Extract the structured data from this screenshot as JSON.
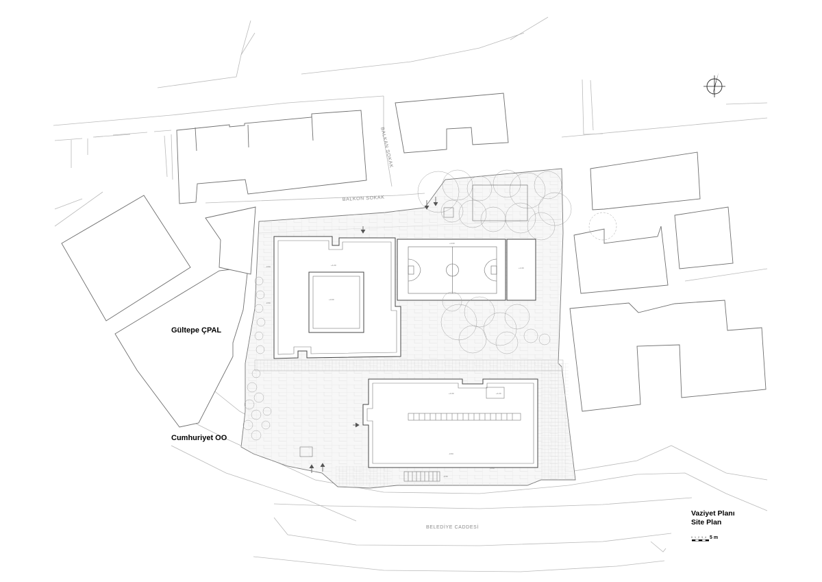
{
  "streets": {
    "balkan": "BALKAN SOKAK",
    "balkon": "BALKON SOKAK",
    "belediye": "BELEDİYE CADDESİ"
  },
  "neighbors": {
    "gultepe": "Gültepe ÇPAL",
    "cumhuriyet": "Cumhuriyet OO"
  },
  "title": {
    "tr": "Vaziyet Planı",
    "en": "Site Plan"
  },
  "scale_bar": {
    "ticks": [
      "0",
      "1",
      "2",
      "3",
      "4"
    ],
    "unit": "5 m"
  },
  "icons": {
    "north": "north-arrow-icon"
  }
}
